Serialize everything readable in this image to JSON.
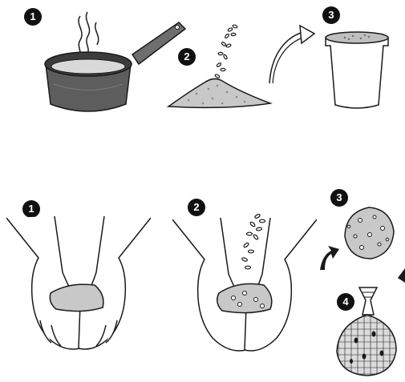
{
  "colors": {
    "ink": "#1a1a1a",
    "pot": "#5d5d5d",
    "water": "#d9d9d9",
    "soil": "#c8c8c8",
    "badge": "#111111",
    "badge_text": "#ffffff"
  },
  "steps": {
    "top": [
      {
        "number": "1",
        "icon": "pot-steam-icon"
      },
      {
        "number": "2",
        "icon": "seeds-pile-icon"
      },
      {
        "number": "3",
        "icon": "cup-icon"
      }
    ],
    "bottom": [
      {
        "number": "1",
        "icon": "hands-soil-icon"
      },
      {
        "number": "2",
        "icon": "hands-seeds-icon"
      },
      {
        "number": "3",
        "icon": "seed-ball-icon"
      },
      {
        "number": "4",
        "icon": "mesh-bag-icon"
      }
    ]
  }
}
